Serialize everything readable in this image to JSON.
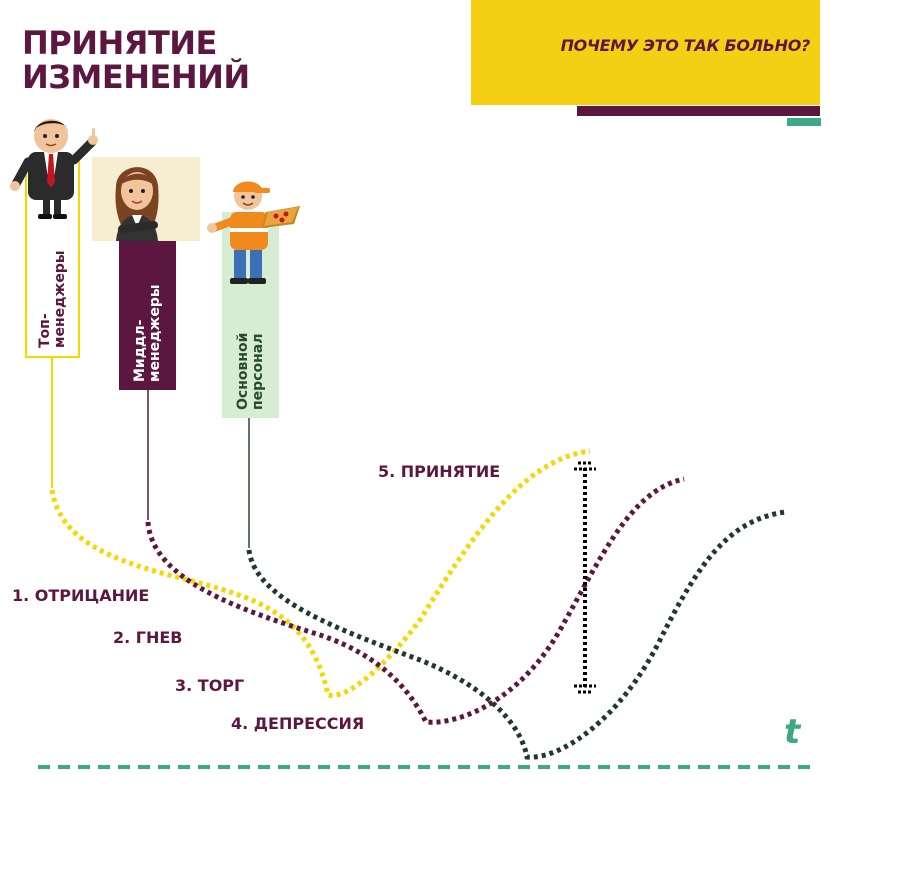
{
  "title": {
    "line1": "ПРИНЯТИЕ",
    "line2": "ИЗМЕНЕНИЙ"
  },
  "banner": {
    "text": "ПОЧЕМУ ЭТО ТАК БОЛЬНО?"
  },
  "groups": [
    {
      "line1": "Топ-",
      "line2": "менеджеры",
      "color": "#f5d800"
    },
    {
      "line1": "Миддл-",
      "line2": "менеджеры",
      "color": "#5c1740"
    },
    {
      "line1": "Основной",
      "line2": "персонал",
      "color": "#2a4a2f"
    }
  ],
  "stages": {
    "s1": "1. ОТРИЦАНИЕ",
    "s2": "2. ГНЕВ",
    "s3": "3. ТОРГ",
    "s4": "4. ДЕПРЕССИЯ",
    "s5": "5. ПРИНЯТИЕ"
  },
  "axis": {
    "label": "t"
  },
  "colors": {
    "maroon": "#5c1740",
    "yellow": "#f5cf14",
    "teal": "#3fa887",
    "dark_green": "#1f3a2c",
    "staff_box": "#d6ecd3"
  },
  "icons": [
    "businessman-icon",
    "businesswoman-icon",
    "pizza-delivery-worker-icon",
    "double-arrow-icon"
  ]
}
